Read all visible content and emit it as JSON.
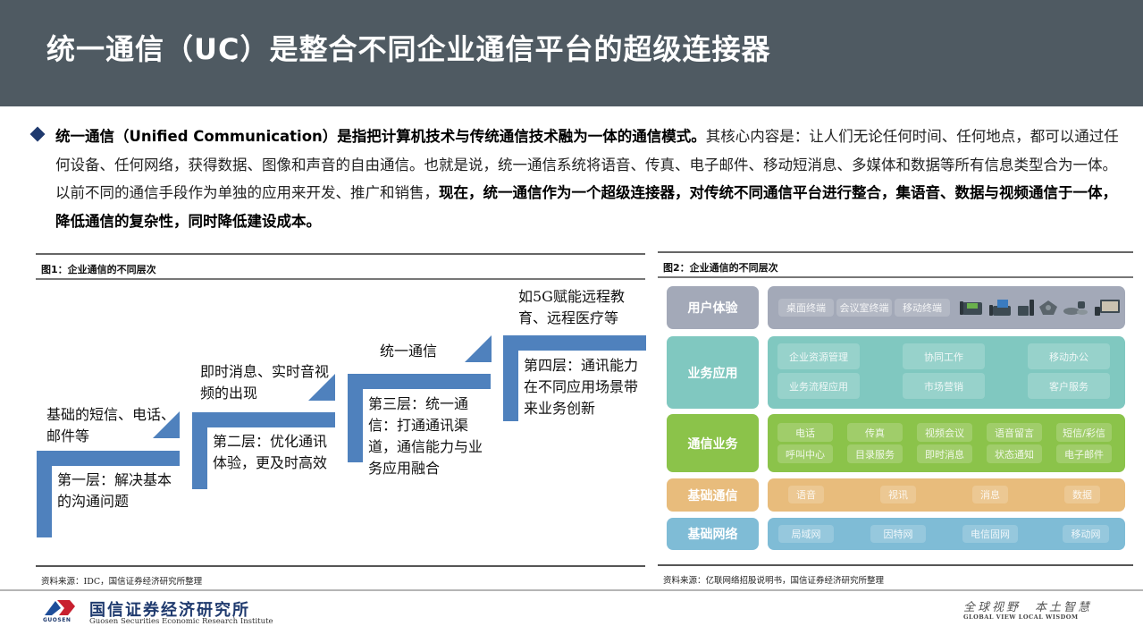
{
  "header": {
    "title": "统一通信（UC）是整合不同企业通信平台的超级连接器"
  },
  "intro": {
    "bold_1": "统一通信（Unified Communication）是指把计算机技术与传统通信技术融为一体的通信模式。",
    "normal_1": "其核心内容是：让人们无论任何时间、任何地点，都可以通过任何设备、任何网络，获得数据、图像和声音的自由通信。也就是说，统一通信系统将语音、传真、电子邮件、移动短消息、多媒体和数据等所有信息类型合为一体。以前不同的通信手段作为单独的应用来开发、推广和销售，",
    "bold_2": "现在，统一通信作为一个超级连接器，对传统不同通信平台进行整合，集语音、数据与视频通信于一体，降低通信的复杂性，同时降低建设成本。"
  },
  "figure1": {
    "title": "图1：企业通信的不同层次",
    "source": "资料来源：IDC，国信证券经济研究所整理",
    "color": "#4f81bd",
    "steps": [
      {
        "above": "基础的短信、电话、邮件等",
        "below": "第一层：解决基本的沟通问题"
      },
      {
        "above": "即时消息、实时音视频的出现",
        "below": "第二层：优化通讯体验，更及时高效"
      },
      {
        "above": "统一通信",
        "below": "第三层：统一通信：打通通讯渠道，通信能力与业务应用融合"
      },
      {
        "above": "如5G赋能远程教育、远程医疗等",
        "below": "第四层：通讯能力在不同应用场景带来业务创新"
      }
    ]
  },
  "figure2": {
    "title": "图2：企业通信的不同层次",
    "source": "资料来源：亿联网络招股说明书，国信证券经济研究所整理",
    "layers": [
      {
        "label": "用户体验",
        "color": "#a3a9b8",
        "chips": [
          "桌面终端",
          "会议室终端",
          "移动终端"
        ],
        "devices": [
          "desk-phone-icon",
          "video-phone-icon",
          "dect-phone-icon",
          "conference-phone-icon",
          "video-conference-icon",
          "mobile-tablet-icon"
        ]
      },
      {
        "label": "业务应用",
        "color": "#80c8c0",
        "chips": [
          "企业资源管理",
          "协同工作",
          "移动办公",
          "业务流程应用",
          "市场营销",
          "客户服务"
        ]
      },
      {
        "label": "通信业务",
        "color": "#8bc34a",
        "chips": [
          "电话",
          "传真",
          "视频会议",
          "语音留言",
          "短信/彩信",
          "呼叫中心",
          "目录服务",
          "即时消息",
          "状态通知",
          "电子邮件"
        ]
      },
      {
        "label": "基础通信",
        "color": "#e8bc7c",
        "chips": [
          "语音",
          "视讯",
          "消息",
          "数据"
        ]
      },
      {
        "label": "基础网络",
        "color": "#7fbcd6",
        "chips": [
          "局域网",
          "因特网",
          "电信固网",
          "移动网"
        ]
      }
    ]
  },
  "footer": {
    "logo_cn": "国信证券经济研究所",
    "logo_en": "Guosen Securities Economic Research Institute",
    "logo_mark": "GUOSEN",
    "slogan_cn": "全球视野　本土智慧",
    "slogan_en": "GLOBAL VIEW   LOCAL WISDOM"
  }
}
